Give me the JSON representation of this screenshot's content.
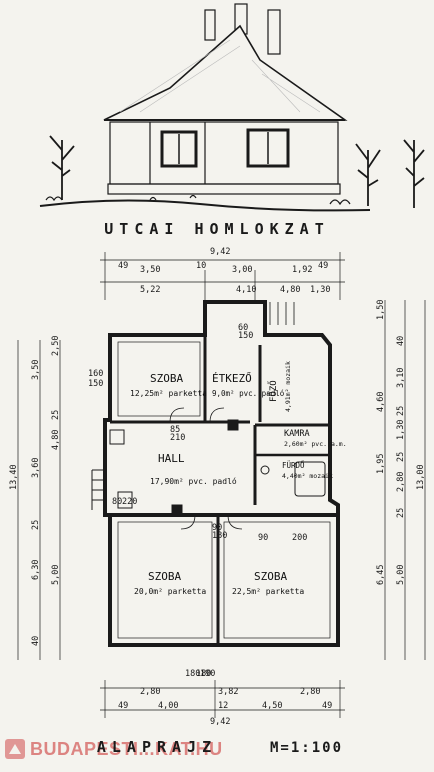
{
  "titles": {
    "facade": "UTCAI HOMLOKZAT",
    "plan": "ALAPRAJZ",
    "scale": "M=1:100"
  },
  "watermark": {
    "text": "BUDAPESTI...KAT.HU"
  },
  "rooms": {
    "szoba1": {
      "name": "SZOBA",
      "area": "12,25m² parketta"
    },
    "etkezo": {
      "name": "ÉTKEZŐ",
      "area": "9,0m² pvc. padló"
    },
    "fozo": {
      "name": "FŐZŐ",
      "area": "4,91m² mozaik"
    },
    "kamra": {
      "name": "KAMRA",
      "area": "2,60m² pvc. a.m."
    },
    "furdo": {
      "name": "FÜRDŐ",
      "area": "4,40m² mozaik"
    },
    "hall": {
      "name": "HALL",
      "area": "17,90m² pvc. padló"
    },
    "szoba2": {
      "name": "SZOBA",
      "area": "20,0m² parketta"
    },
    "szoba3": {
      "name": "SZOBA",
      "area": "22,5m² parketta"
    }
  },
  "dimensions": {
    "top_total": "9,42",
    "top_row1": [
      "49",
      "3,50",
      "10",
      "3,00",
      "1,92",
      "49"
    ],
    "top_row2": [
      "5,22",
      "4,10",
      "4,80",
      "1,30"
    ],
    "bottom_row1": [
      "2,80",
      "3,82",
      "2,80"
    ],
    "bottom_row2": [
      "49",
      "4,00",
      "12",
      "4,50",
      "49"
    ],
    "bottom_total": "9,42",
    "left_outer": [
      "13,40"
    ],
    "left_mid": [
      "3,60",
      "6,30"
    ],
    "left_inner": [
      "2,50",
      "3,50",
      "25",
      "4,80",
      "25",
      "5,00",
      "40"
    ],
    "right_inner": [
      "1,50",
      "40",
      "3,10",
      "25",
      "1,30",
      "25",
      "2,80",
      "25",
      "5,00"
    ],
    "right_mid": [
      "4,60",
      "1,95",
      "6,45"
    ],
    "right_outer": [
      "13,00"
    ],
    "misc": [
      "160",
      "150",
      "60",
      "150",
      "180",
      "190",
      "80",
      "220",
      "90",
      "200",
      "85",
      "210",
      "180",
      "90",
      "180"
    ]
  }
}
